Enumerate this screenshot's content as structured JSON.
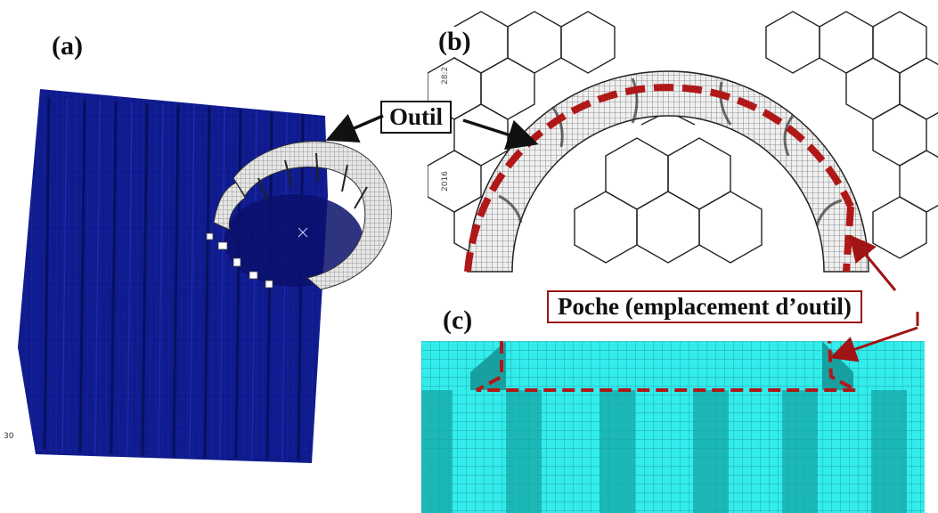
{
  "panels": {
    "a_label": "(a)",
    "b_label": "(b)",
    "c_label": "(c)"
  },
  "callouts": {
    "tool": "Outil",
    "pocket": "Poche (emplacement d’outil)"
  },
  "stamp": {
    "year_text": "2016",
    "time_text": "28:2"
  },
  "colors": {
    "block_blue": "#0d1580",
    "cyan_mesh": "#2ee8e8",
    "cyan_dark": "#14b3b3",
    "pocket_red": "#b01818",
    "tool_grey": "#c8c8c8"
  }
}
